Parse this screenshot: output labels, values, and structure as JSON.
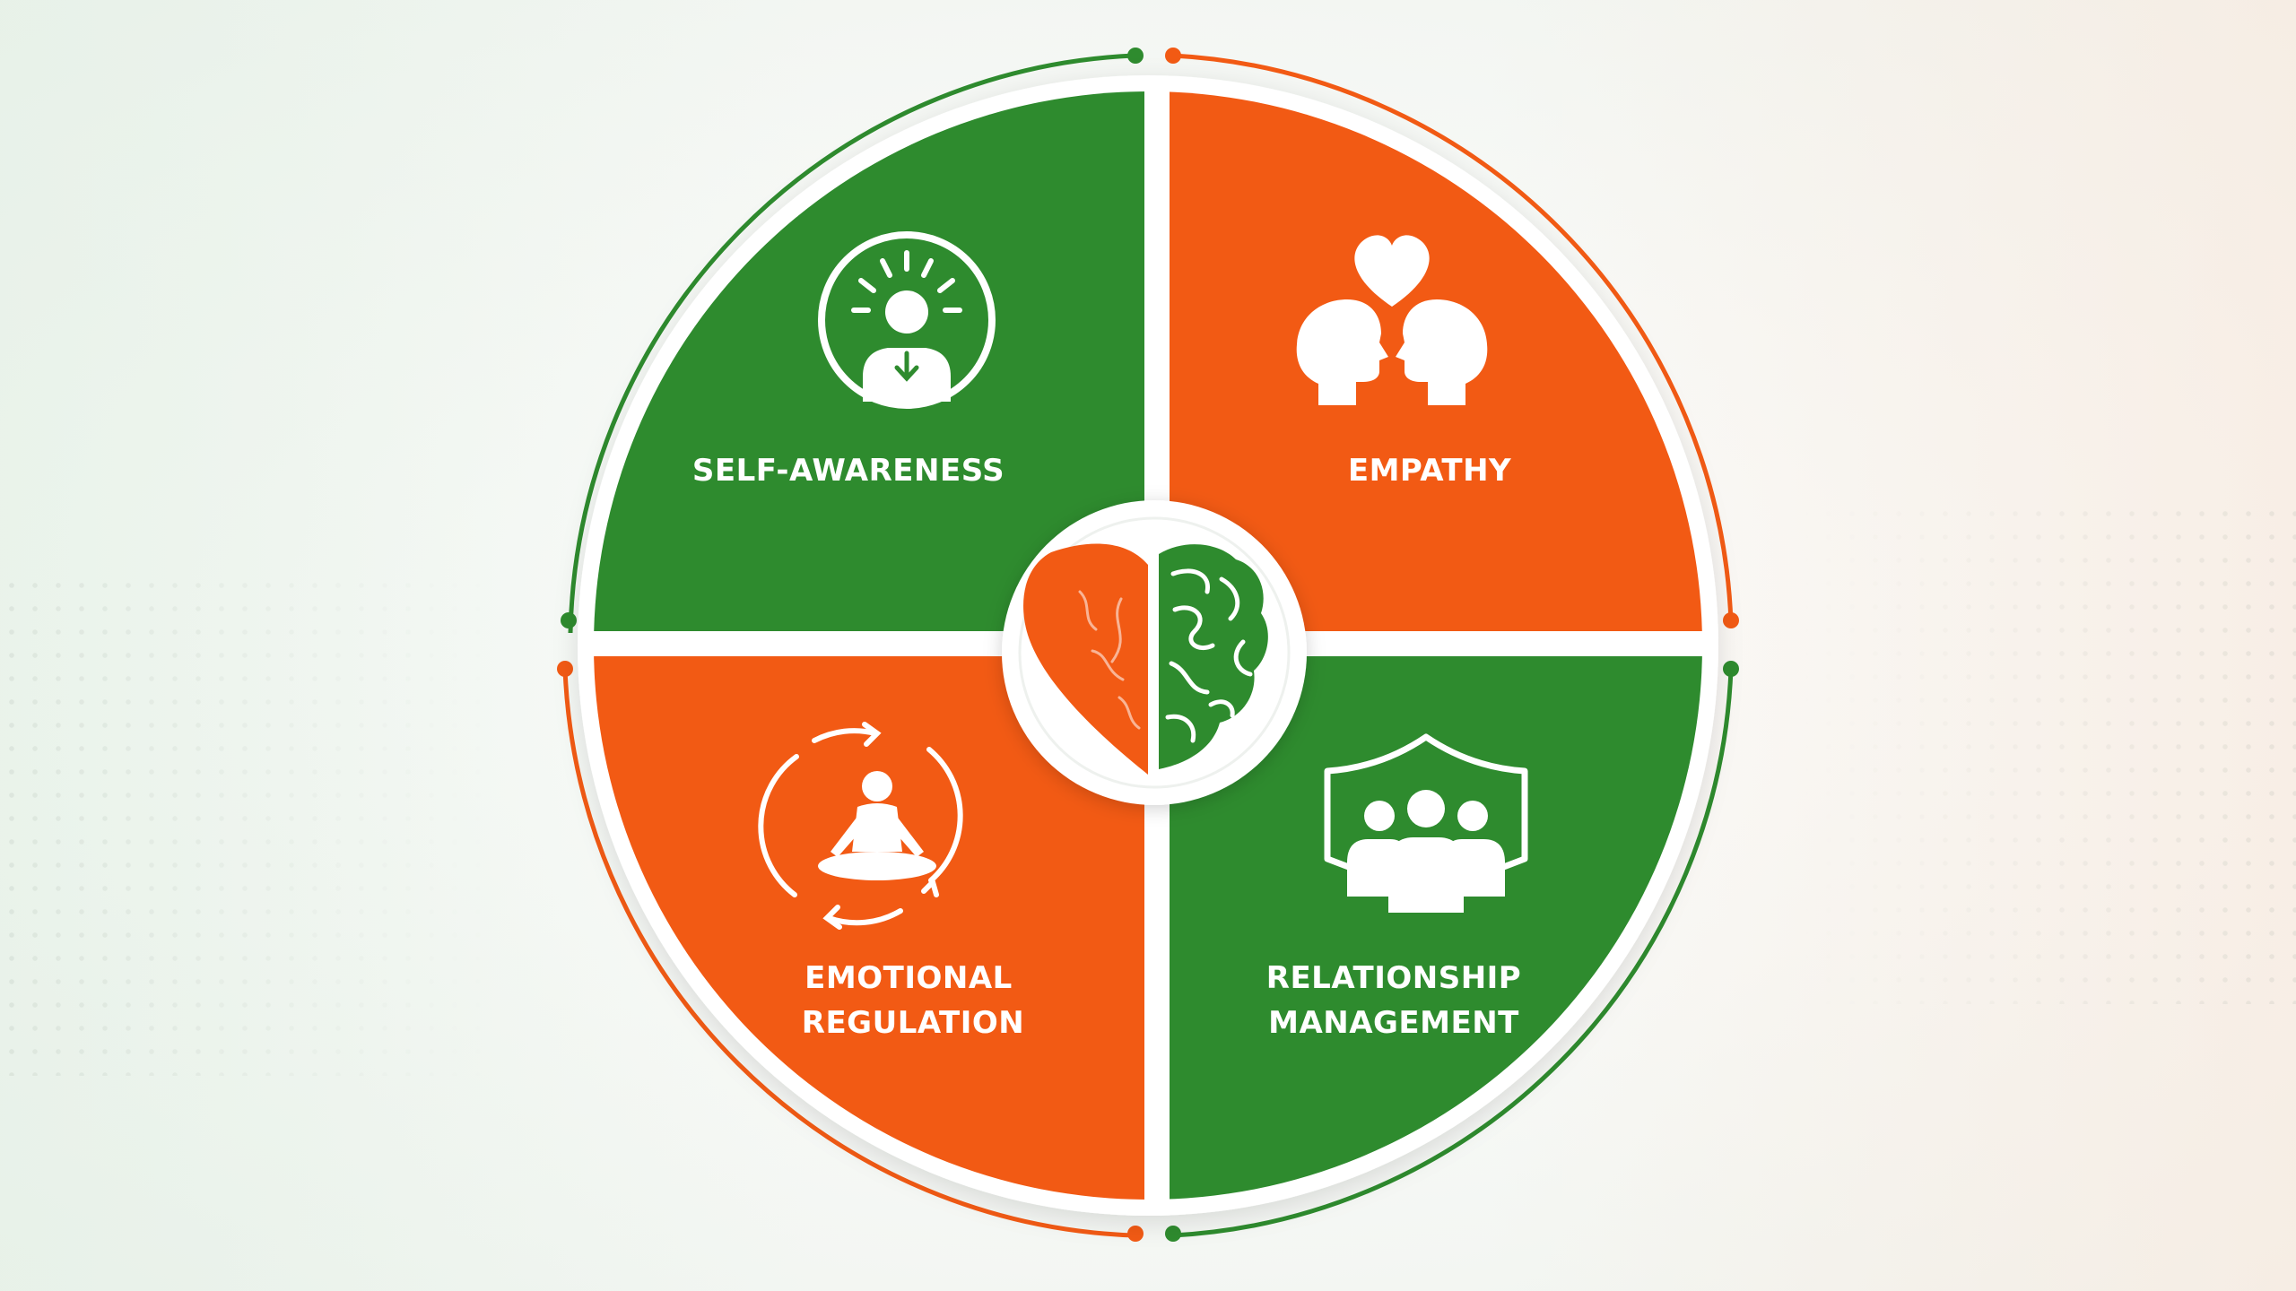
{
  "quadrants": {
    "top_left": {
      "lines": [
        "SELF-AWARENESS"
      ],
      "icon": "self-awareness-person-icon"
    },
    "top_right": {
      "lines": [
        "EMPATHY"
      ],
      "icon": "empathy-heads-heart-icon"
    },
    "bottom_left": {
      "lines": [
        "EMOTIONAL",
        "REGULATION"
      ],
      "icon": "meditation-cycle-icon"
    },
    "bottom_right": {
      "lines": [
        "RELATIONSHIP",
        "MANAGEMENT"
      ],
      "icon": "shield-group-icon"
    }
  },
  "center": {
    "icon": "heart-brain-icon"
  },
  "colors": {
    "green": "#2e8b2e",
    "orange": "#f25a14",
    "white": "#ffffff"
  }
}
